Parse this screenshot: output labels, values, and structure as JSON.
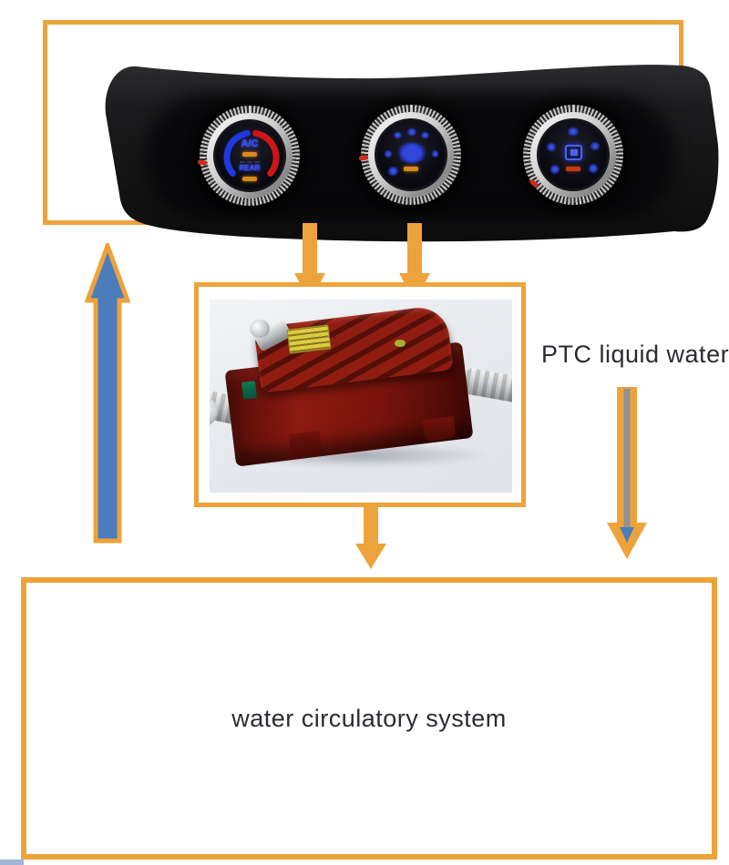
{
  "labels": {
    "ptc_liquid_water": "PTC liquid water",
    "water_circulatory_system": "water circulatory system"
  },
  "control_panel": {
    "dials": [
      {
        "id": "temperature-dial",
        "ac_label": "A/C",
        "rear_label": "REAR"
      },
      {
        "id": "fan-dial"
      },
      {
        "id": "mode-dial"
      }
    ]
  },
  "colors": {
    "accent": "#EDA33B",
    "arrowblue": "#4C7CBB",
    "textdark": "#2B2B31",
    "heaterred": "#7E150D"
  }
}
